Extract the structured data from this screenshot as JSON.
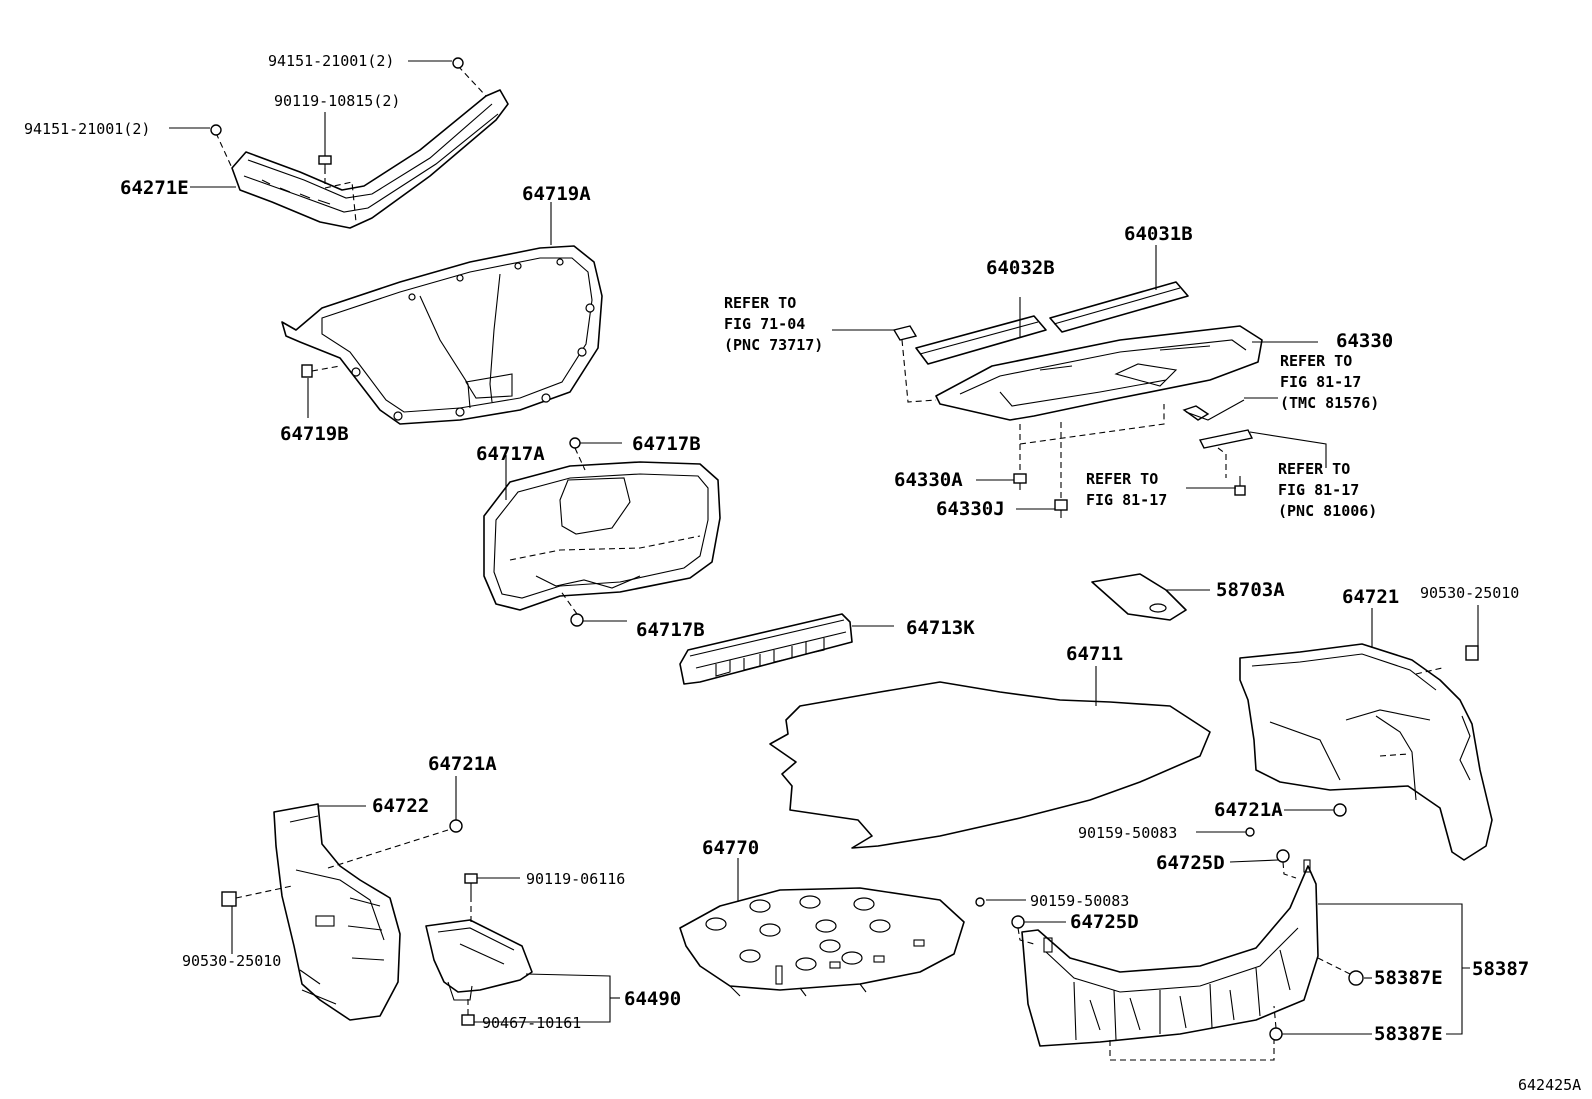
{
  "labels": {
    "p94151_top": "94151-21001(2)",
    "p90119_10815": "90119-10815(2)",
    "p94151_left": "94151-21001(2)",
    "p64271E": "64271E",
    "p64719A": "64719A",
    "p64719B": "64719B",
    "p64717A": "64717A",
    "p64717B_top": "64717B",
    "p64717B_bottom": "64717B",
    "p64713K": "64713K",
    "p64032B": "64032B",
    "p64031B": "64031B",
    "p64330": "64330",
    "p64330A": "64330A",
    "p64330J": "64330J",
    "p58703A": "58703A",
    "p64711": "64711",
    "p64721": "64721",
    "p90530_right": "90530-25010",
    "p64721A_right": "64721A",
    "p90159_top": "90159-50083",
    "p64725D_top": "64725D",
    "p90159_bottom": "90159-50083",
    "p64725D_bottom": "64725D",
    "p58387E_top": "58387E",
    "p58387E_bottom": "58387E",
    "p58387": "58387",
    "p64770": "64770",
    "p64721A_left": "64721A",
    "p64722": "64722",
    "p90530_left": "90530-25010",
    "p90119_06116": "90119-06116",
    "p64490": "64490",
    "p90467_10161": "90467-10161",
    "figure_id": "642425A"
  },
  "refs": {
    "ref_71_04": [
      "REFER TO",
      "FIG 71-04",
      "(PNC 73717)"
    ],
    "ref_81_17_tmc": [
      "REFER TO",
      "FIG 81-17",
      "(TMC 81576)"
    ],
    "ref_81_17_mid": [
      "REFER TO",
      "FIG 81-17"
    ],
    "ref_81_17_pnc": [
      "REFER TO",
      "FIG 81-17",
      "(PNC 81006)"
    ]
  }
}
